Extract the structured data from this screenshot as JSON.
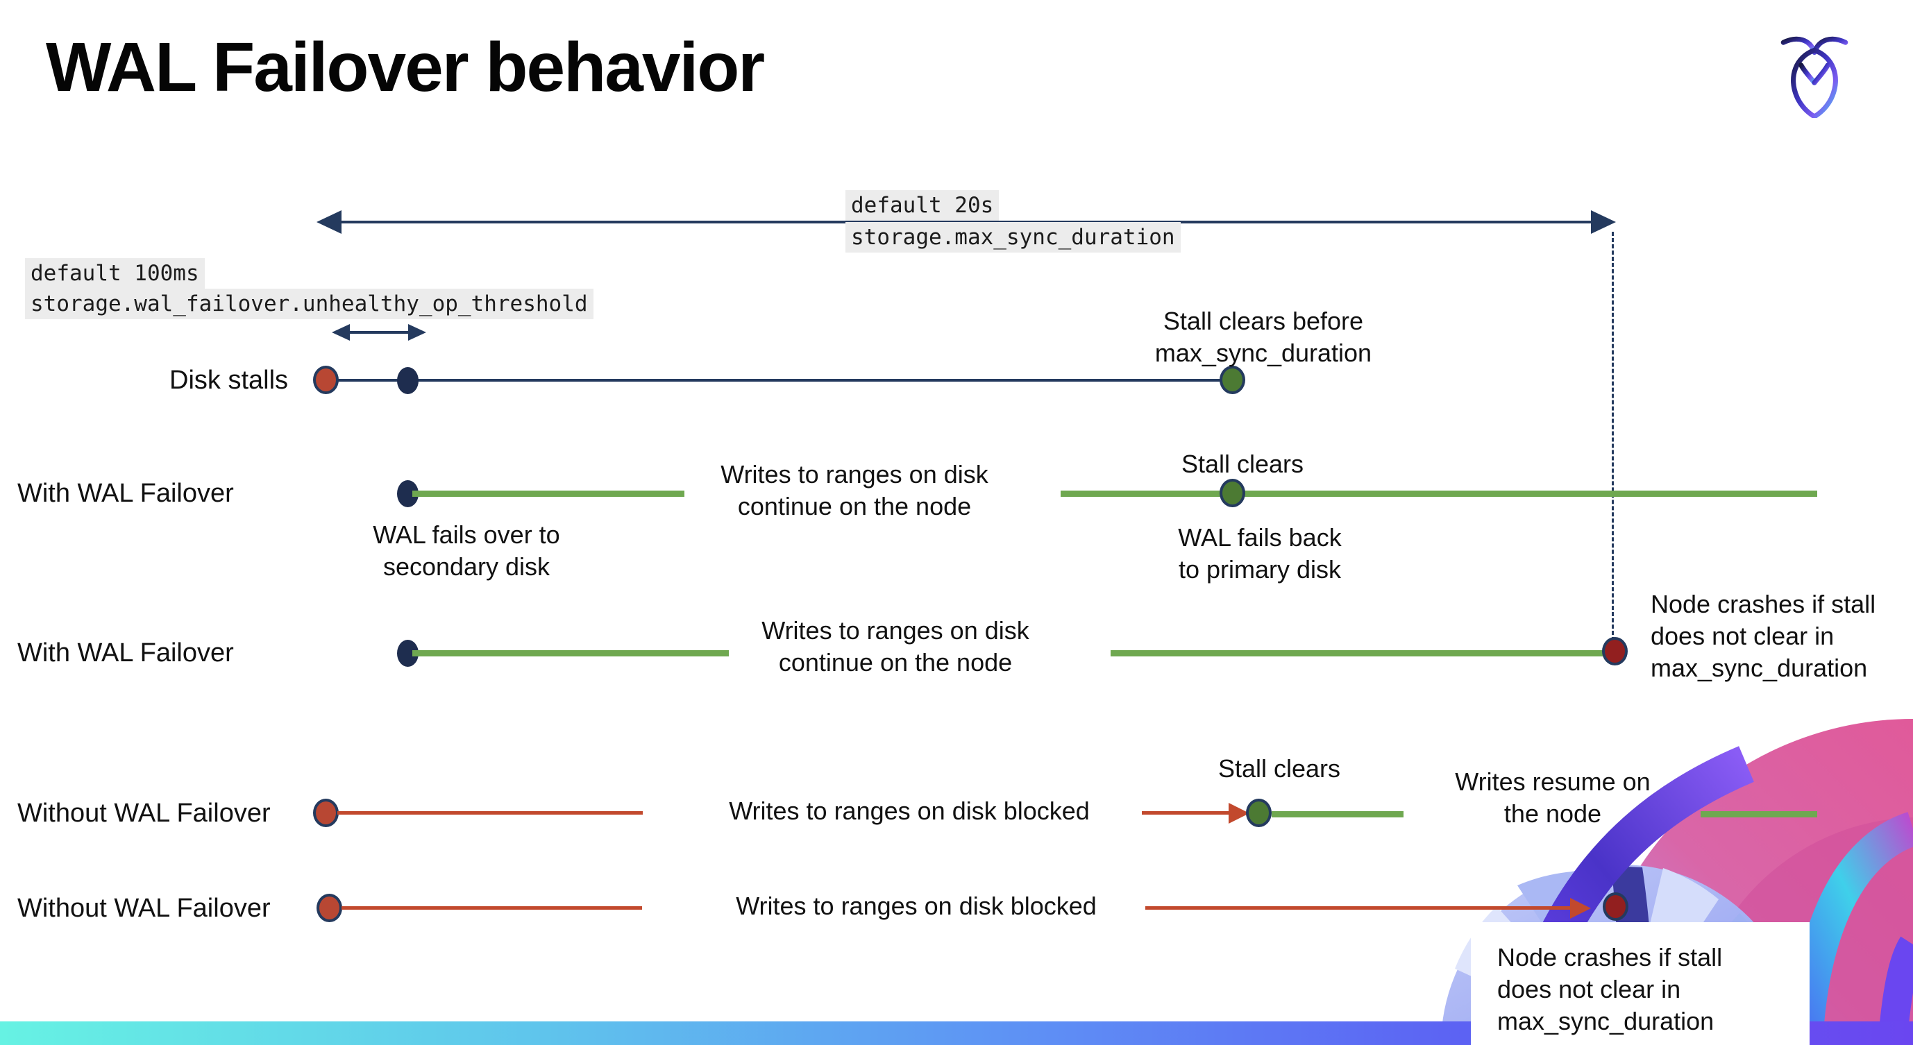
{
  "title": "WAL Failover behavior",
  "logo": {
    "name": "cockroachdb-logo"
  },
  "annotations": {
    "max_sync": {
      "default_label": "default 20s",
      "setting": "storage.max_sync_duration"
    },
    "unhealthy_op": {
      "default_label": "default 100ms",
      "setting": "storage.wal_failover.unhealthy_op_threshold"
    }
  },
  "rows": {
    "disk_stalls": {
      "label": "Disk stalls",
      "stall_clears_note": "Stall clears before\nmax_sync_duration"
    },
    "with_failover_1": {
      "label": "With WAL Failover",
      "failover_note": "WAL fails over to\nsecondary disk",
      "writes_note": "Writes to ranges on disk\ncontinue on the node",
      "stall_clears": "Stall clears",
      "failback_note": "WAL fails  back\nto primary disk"
    },
    "with_failover_2": {
      "label": "With WAL Failover",
      "writes_note": "Writes to ranges on disk\ncontinue on the node",
      "crash_note": "Node crashes if stall\ndoes not clear in\nmax_sync_duration"
    },
    "without_failover_1": {
      "label": "Without WAL Failover",
      "writes_note": "Writes to ranges on disk  blocked",
      "stall_clears": "Stall clears",
      "resume_note": "Writes resume on\nthe node"
    },
    "without_failover_2": {
      "label": "Without WAL Failover",
      "writes_note": "Writes to ranges on disk  blocked",
      "crash_note": "Node crashes if stall\ndoes not clear in\nmax_sync_duration"
    }
  },
  "colors": {
    "navy": "#243a5e",
    "dot_navy": "#1e2d4f",
    "dot_ring": "#243a5e",
    "green": "#6fa850",
    "dot_green": "#4c7a33",
    "red": "#c2492d",
    "dot_red": "#b84733",
    "dot_darkred": "#921f1f",
    "label_bg": "#ececec",
    "bar_gradient_start": "#66f2e3",
    "bar_gradient_mid": "#5e8ef5",
    "bar_gradient_end": "#6a46f0"
  }
}
